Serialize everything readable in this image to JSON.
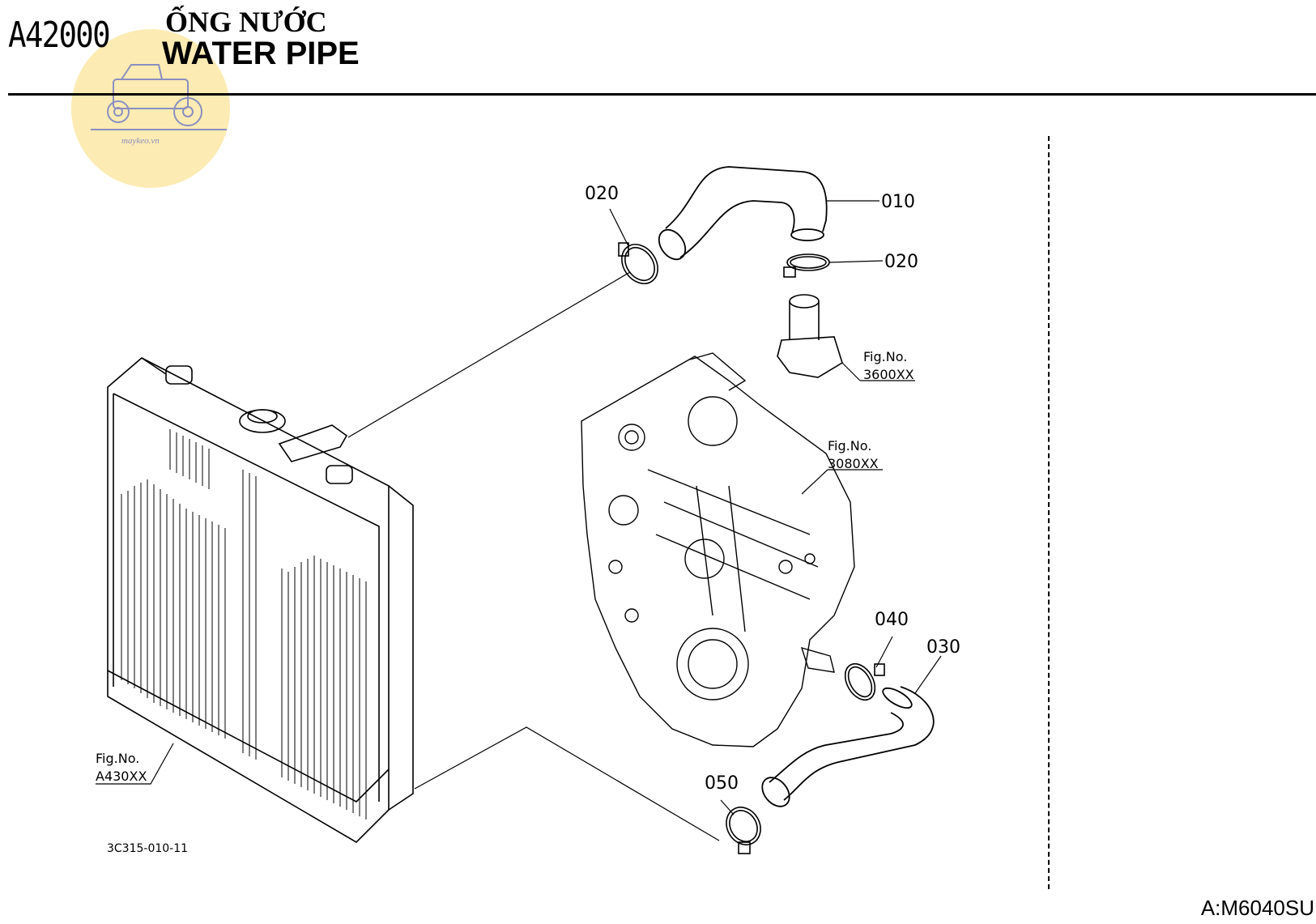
{
  "header": {
    "code": "A42000",
    "title_vn": "ỐNG NƯỚC",
    "title_en": "WATER PIPE"
  },
  "watermark": {
    "text": "maykeo.vn",
    "color": "#fbe7a6"
  },
  "callouts": {
    "top_left_020": "020",
    "top_010": "010",
    "top_right_020": "020",
    "c040": "040",
    "c030": "030",
    "c050": "050"
  },
  "figs": {
    "thermostat": {
      "line1": "Fig.No.",
      "line2": "3600XX"
    },
    "gearcase": {
      "line1": "Fig.No.",
      "line2": "3080XX"
    },
    "radiator": {
      "line1": "Fig.No.",
      "line2": "A430XX"
    }
  },
  "drawing_ref": "3C315-010-11",
  "model": "A:M6040SU"
}
